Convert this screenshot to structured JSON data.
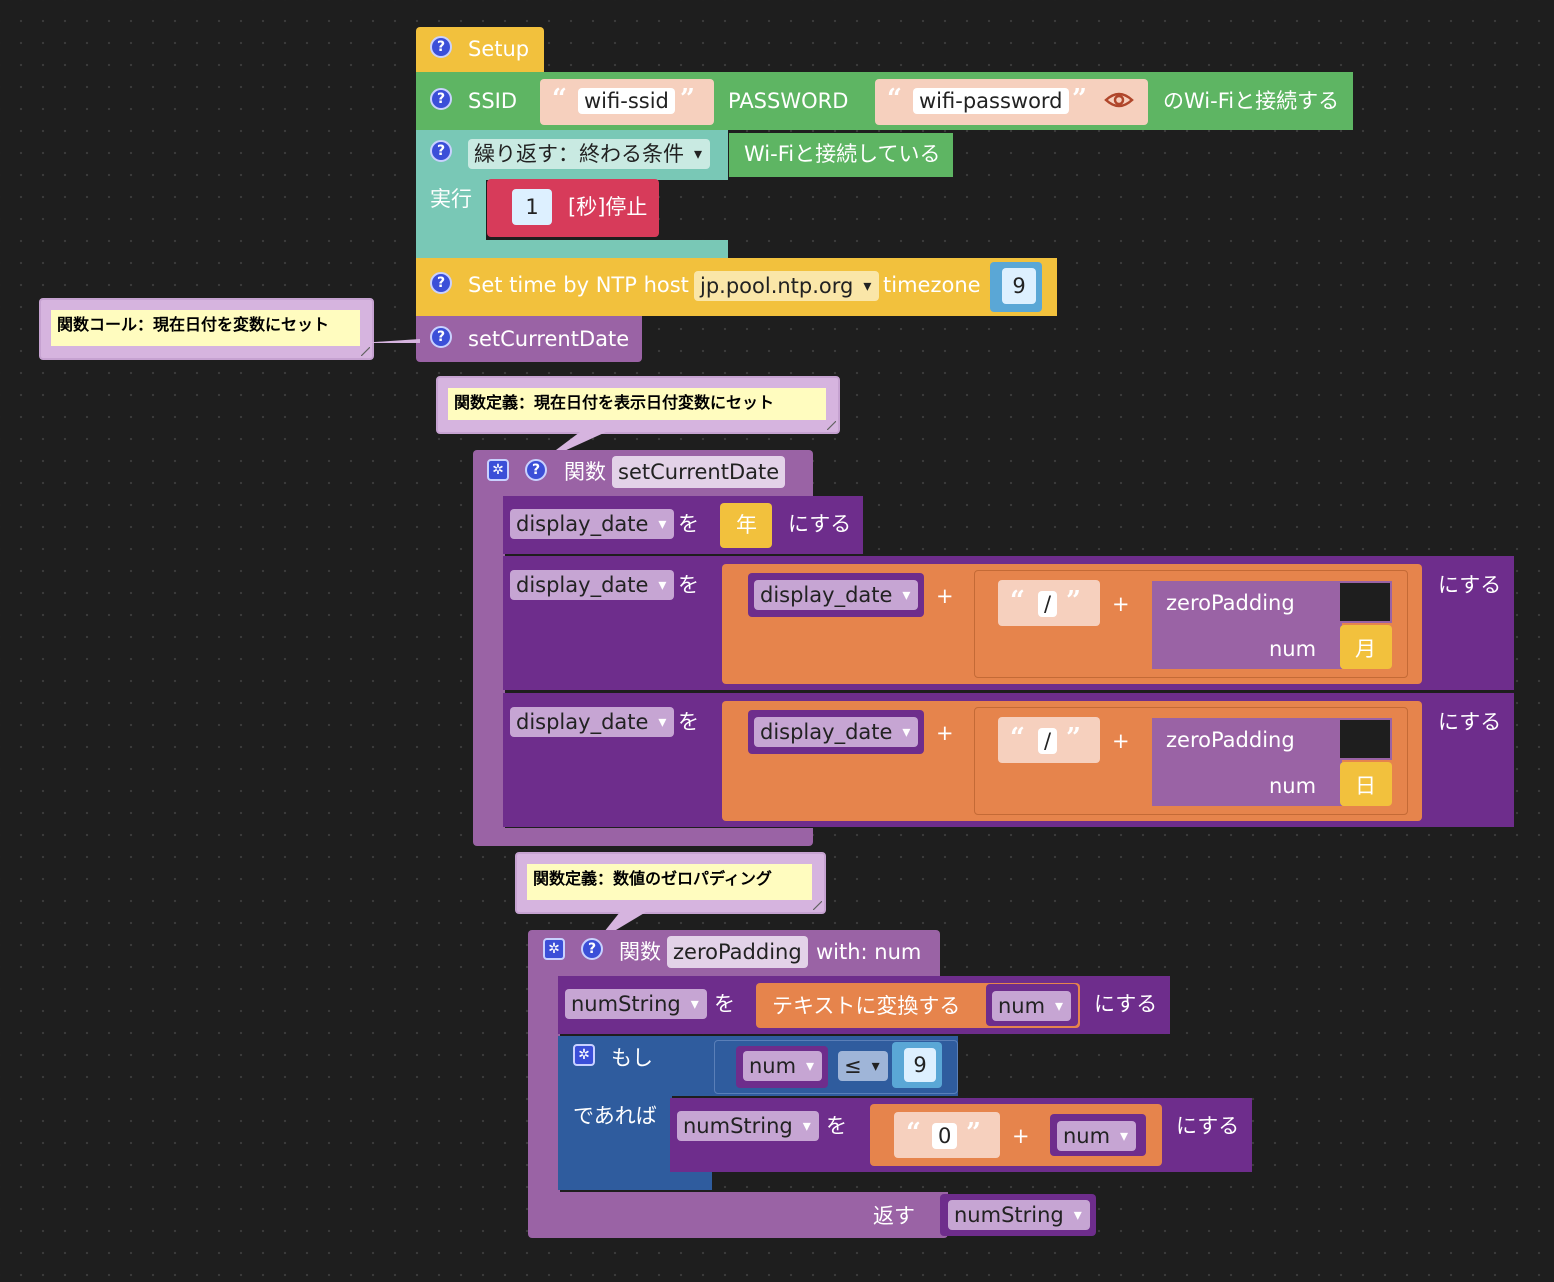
{
  "setup": {
    "title": "Setup",
    "ssid_label": "SSID",
    "ssid_value": "wifi-ssid",
    "password_label": "PASSWORD",
    "password_value": "wifi-password",
    "wifi_connect_label": "のWi-Fiと接続する",
    "repeat_mode": "繰り返す：終わる条件",
    "wifi_connected_label": "Wi-Fiと接続している",
    "do_label": "実行",
    "sleep_value": "1",
    "sleep_label": "[秒]停止",
    "ntp_label": "Set time by NTP host",
    "ntp_host": "jp.pool.ntp.org",
    "timezone_label": "timezone",
    "timezone_value": "9",
    "call_name": "setCurrentDate"
  },
  "comments": {
    "call": "関数コール：現在日付を変数にセット",
    "def1": "関数定義：現在日付を表示日付変数にセット",
    "def2": "関数定義：数値のゼロパディング"
  },
  "func1": {
    "keyword": "関数",
    "name": "setCurrentDate",
    "var": "display_date",
    "wo": "を",
    "nisuru": "にする",
    "year": "年",
    "plus": "+",
    "slash": "/",
    "zeropad": "zeroPadding",
    "num_label": "num",
    "month": "月",
    "day": "日"
  },
  "func2": {
    "keyword": "関数",
    "name": "zeroPadding",
    "with": "with: num",
    "numstring": "numString",
    "wo": "を",
    "to_text": "テキストに変換する",
    "num": "num",
    "nisuru": "にする",
    "if_label": "もし",
    "then_label": "であれば",
    "op": "≤",
    "nine": "9",
    "zero": "0",
    "plus": "+",
    "return_label": "返す"
  },
  "colors": {
    "setup_yellow": "#f2c13d",
    "wifi_green": "#5eb563",
    "loop_teal": "#79c8b6",
    "sleep_red": "#d73b5a",
    "procedure_purple": "#9a63a5",
    "variable_purple": "#6e2d8c",
    "text_orange": "#e6844c",
    "logic_blue": "#2f5c9e"
  }
}
